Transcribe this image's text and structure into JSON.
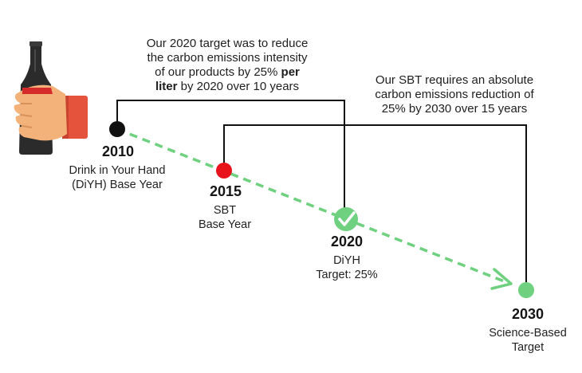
{
  "notes": {
    "diyh_target": {
      "line1": "Our 2020 target was to reduce",
      "line2": "the carbon emissions intensity",
      "line3": "of our products by 25%",
      "line3_bold": "per",
      "line4_bold": "liter",
      "line4": "by 2020 over 10 years"
    },
    "sbt_target": {
      "line1": "Our SBT requires an absolute",
      "line2": "carbon emissions reduction of",
      "line3": "25% by 2030 over 15 years"
    }
  },
  "milestones": [
    {
      "year": "2010",
      "label_line1": "Drink in Your Hand",
      "label_line2": "(DiYH) Base Year",
      "marker_color": "#111111"
    },
    {
      "year": "2015",
      "label_line1": "SBT",
      "label_line2": "Base Year",
      "marker_color": "#e8121a"
    },
    {
      "year": "2020",
      "label_line1": "DiYH",
      "label_line2": "Target: 25%",
      "marker_color": "#6fd07f"
    },
    {
      "year": "2030",
      "label_line1": "Science-Based",
      "label_line2": "Target",
      "marker_color": "#6fd07f"
    }
  ],
  "colors": {
    "trend_line": "#6fd07f",
    "connector": "#111111",
    "bottle": "#2b2b2b",
    "hand": "#f2b27a",
    "sleeve": "#e5533d"
  },
  "icons": [
    "bottle-in-hand-icon",
    "checkmark-icon",
    "arrowhead-icon"
  ]
}
